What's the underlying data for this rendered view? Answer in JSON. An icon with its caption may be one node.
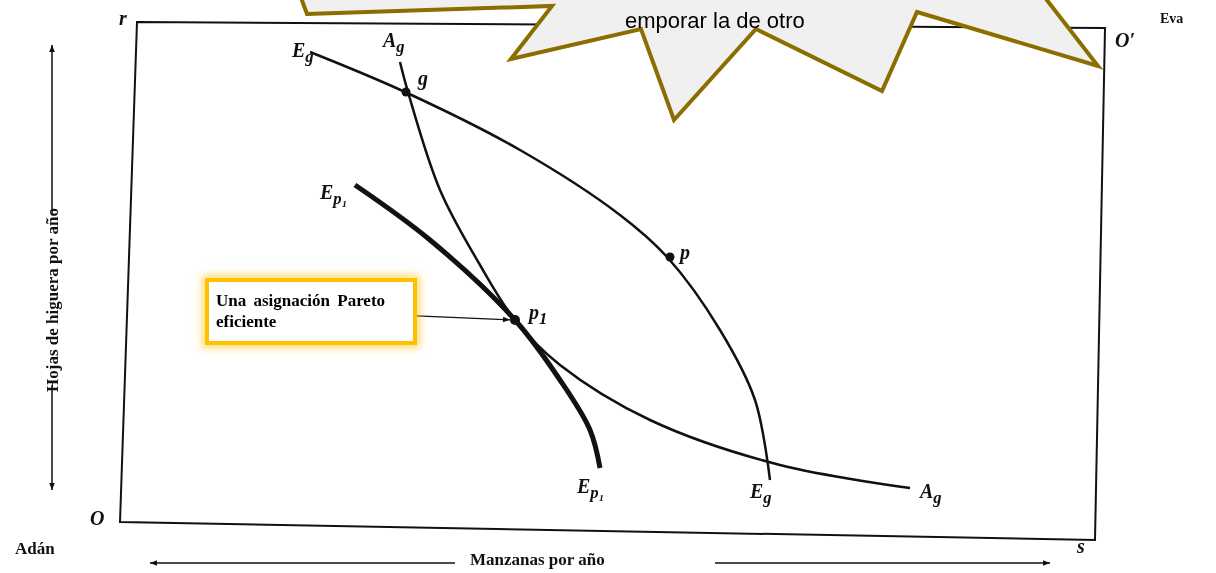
{
  "diagram": {
    "nodes": [
      {
        "text": [
          "Una asignación Pareto eficiente"
        ]
      },
      {
        "text": [],
        "shape": "circle",
        "beside": [
          "p$_{1}$"
        ]
      },
      {
        "text": [
          "emporar la de otro"
        ]
      }
    ],
    "edges": [
      {
        "from": 0,
        "to": 1,
        "arrow": "to"
      }
    ],
    "labels": [
      "r",
      "Eva",
      "O′",
      "E$_{g}$",
      "A$_{g}$",
      "g",
      "E$_{p₁}$",
      "p",
      "E$_{p₁}$",
      "E$_{g}$",
      "A$_{g}$",
      "O",
      "Adán",
      "s",
      "Manzanas por año",
      "Hojas de higuera por año"
    ]
  }
}
